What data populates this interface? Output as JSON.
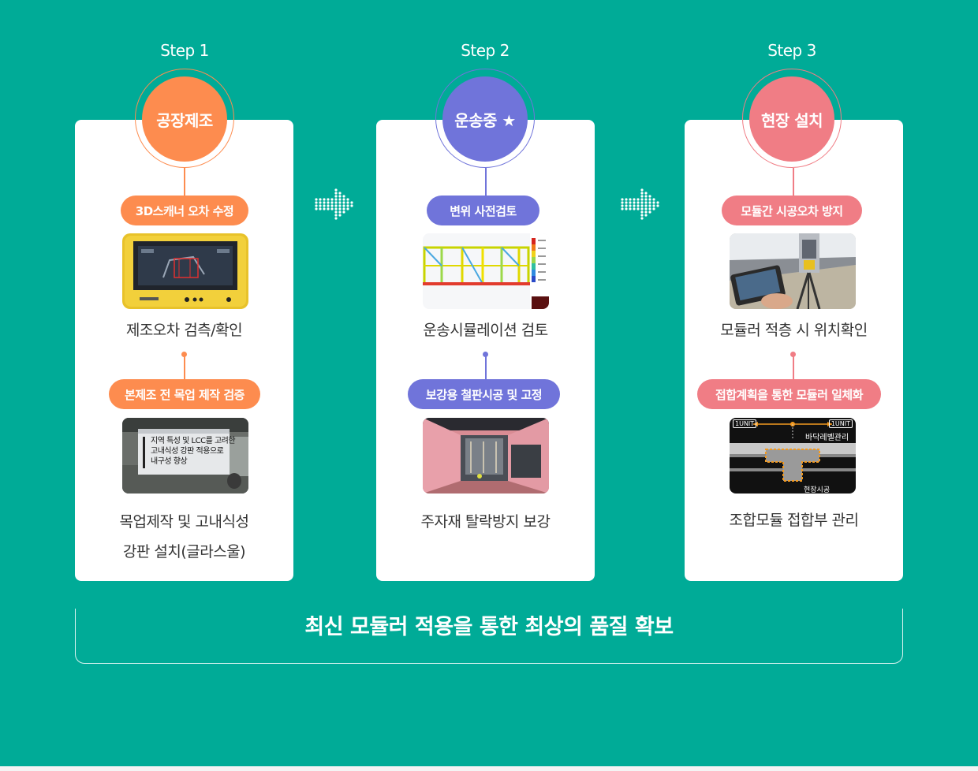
{
  "steps": [
    {
      "label": "Step 1",
      "title": "공장제조",
      "color": "#fd8c4f",
      "pill1": "3D스캐너 오차 수정",
      "photo1": "tablet-scanner-photo",
      "caption1": "제조오차 검측/확인",
      "pill2": "본제조 전 목업 제작 검증",
      "photo2_lines": [
        "지역 특성 및 LCC를 고려한",
        "고내식성 강판 적용으로",
        "내구성 향상"
      ],
      "caption2_line1": "목업제작 및 고내식성",
      "caption2_line2": "강판 설치(글라스울)"
    },
    {
      "label": "Step 2",
      "title": "운송중 ★",
      "color": "#7074da",
      "pill1": "변위 사전검토",
      "photo1": "transport-simulation-image",
      "caption1": "운송시뮬레이션 검토",
      "pill2": "보강용 철판시공 및 고정",
      "photo2": "steel-reinforcement-photo",
      "caption2_line1": "주자재 탈락방지 보강"
    },
    {
      "label": "Step 3",
      "title": "현장 설치",
      "color": "#f07d85",
      "pill1": "모듈간 시공오차 방지",
      "photo1": "site-survey-photo",
      "caption1": "모듈러 적층 시 위치확인",
      "pill2": "접합계획을 통한 모듈러 일체화",
      "photo2_labels": {
        "unit_left": "1UNIT",
        "unit_right": "1UNIT",
        "top": "바닥레벨관리",
        "bottom": "현장시공"
      },
      "caption2_line1": "조합모듈 접합부 관리"
    }
  ],
  "footer": {
    "text": "최신 모듈러  적용을 통한 최상의 품질 확보"
  },
  "colors": {
    "background": "#00ab97",
    "card": "#ffffff"
  }
}
